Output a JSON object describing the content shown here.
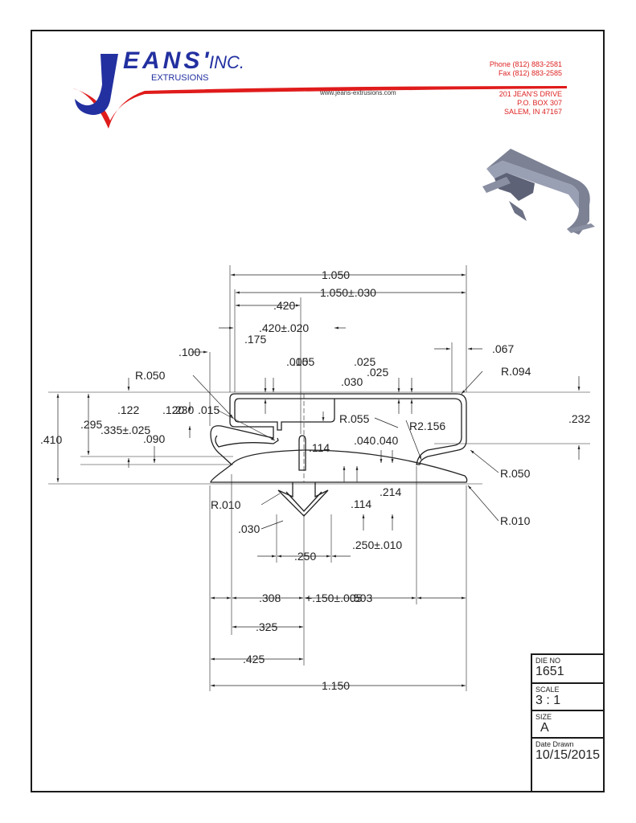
{
  "company": {
    "logo_main": "JEANS' INC.",
    "logo_sub": "EXTRUSIONS",
    "phone": "Phone (812) 883-2581",
    "fax": "Fax (812) 883-2585",
    "website": "www.jeans-extrusions.com",
    "address1": "201 JEAN'S DRIVE",
    "address2": "P.O. BOX 307",
    "address3": "SALEM, IN 47167"
  },
  "colors": {
    "brand_red": "#e01b1b",
    "brand_blue": "#2230a0",
    "line": "#222222"
  },
  "dimensions": {
    "d1050": "1.050",
    "d1050tol": "1.050±.030",
    "d420": ".420",
    "d420tol": ".420±.020",
    "d175": ".175",
    "d100": ".100",
    "d015": ".015",
    "d005": ".005",
    "d030a": ".030",
    "d025a": ".025",
    "d025b": ".025",
    "d067": ".067",
    "r094": "R.094",
    "r050a": "R.050",
    "d122": ".122",
    "d120": ".120",
    "d230": ".230",
    "d015b": ".015",
    "d295": ".295",
    "d335": ".335±.025",
    "d090": ".090",
    "d410": ".410",
    "r055": "R.055",
    "r2156": "R2.156",
    "d232": ".232",
    "d114a": ".114",
    "d040a": ".040",
    "d040b": ".040",
    "r050b": "R.050",
    "d214": ".214",
    "r010a": "R.010",
    "d114b": ".114",
    "r010b": "R.010",
    "d030b": ".030",
    "d250tol": ".250±.010",
    "d250": ".250",
    "d308": ".308",
    "d150tol": "+.150±.005",
    "d503": ".503",
    "d325": ".325",
    "d425": ".425",
    "d1150": "1.150"
  },
  "title_block": {
    "die_label": "DIE NO",
    "die_value": "1651",
    "scale_label": "SCALE",
    "scale_value": "3 : 1",
    "size_label": "SIZE",
    "size_value": "A",
    "date_label": "Date Drawn",
    "date_value": "10/15/2015"
  }
}
